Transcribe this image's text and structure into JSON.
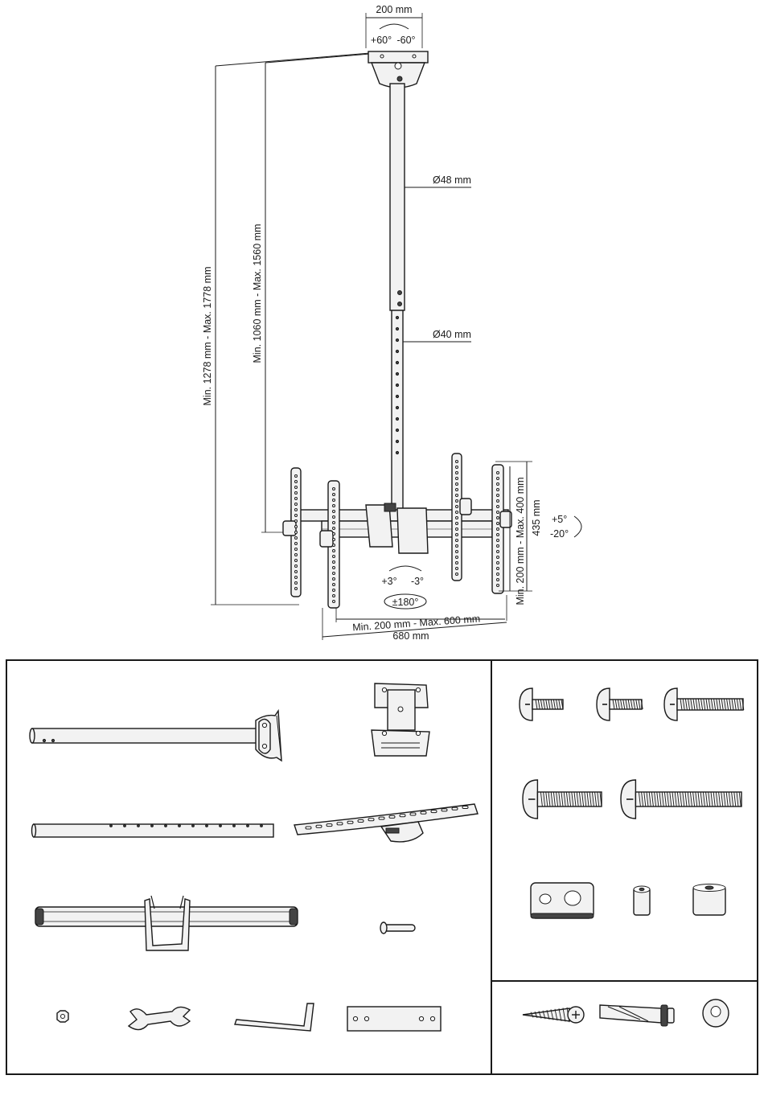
{
  "dimensions": {
    "top_plate_width": "200 mm",
    "swivel_plus": "+60°",
    "swivel_minus": "-60°",
    "total_height": "Min. 1278 mm - Max. 1778 mm",
    "pole_height": "Min. 1060 mm - Max. 1560 mm",
    "outer_tube_diameter": "Ø48 mm",
    "inner_tube_diameter": "Ø40 mm",
    "vesa_vertical": "Min. 200 mm - Max. 400 mm",
    "bracket_height": "435 mm",
    "tilt_plus": "+5°",
    "tilt_minus": "-20°",
    "level_plus": "+3°",
    "level_minus": "-3°",
    "rotation": "±180°",
    "vesa_horizontal": "Min. 200 mm - Max. 600 mm",
    "total_width": "680 mm"
  }
}
